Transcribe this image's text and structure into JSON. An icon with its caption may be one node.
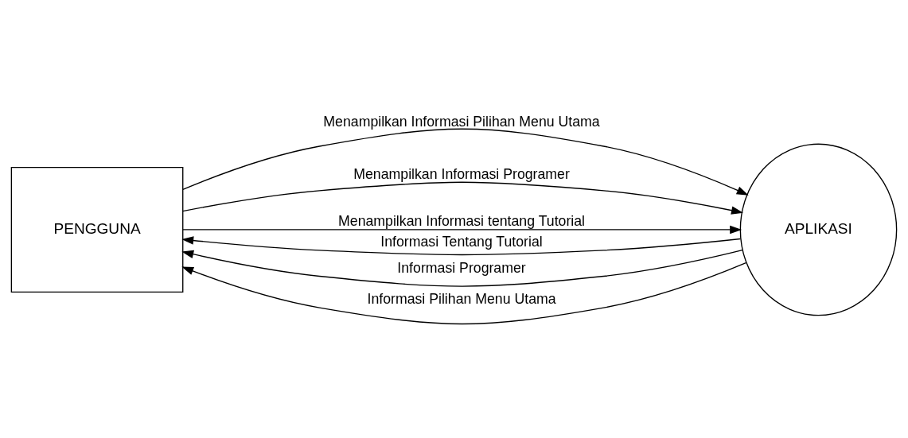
{
  "diagram": {
    "nodes": [
      {
        "text": [
          "PENGGUNA"
        ]
      },
      {
        "text": [
          "APLIKASI"
        ]
      }
    ],
    "edges": [
      {
        "from": 0,
        "to": 1,
        "arrow": "to",
        "label": "Menampilkan Informasi Pilihan Menu Utama"
      },
      {
        "from": 0,
        "to": 1,
        "arrow": "to",
        "label": "Menampilkan Informasi Programer"
      },
      {
        "from": 0,
        "to": 1,
        "arrow": "to",
        "label": "Menampilkan Informasi tentang Tutorial"
      },
      {
        "from": 1,
        "to": 0,
        "arrow": "to",
        "label": "Informasi Tentang Tutorial"
      },
      {
        "from": 1,
        "to": 0,
        "arrow": "to",
        "label": "Informasi Programer"
      },
      {
        "from": 1,
        "to": 0,
        "arrow": "to",
        "label": "Informasi Pilihan Menu Utama"
      }
    ]
  }
}
